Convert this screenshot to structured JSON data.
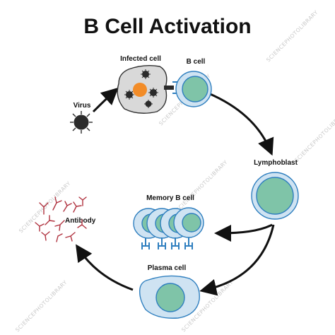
{
  "title": "B Cell Activation",
  "labels": {
    "virus": "Virus",
    "infected_cell": "Infected cell",
    "b_cell": "B cell",
    "lymphoblast": "Lymphoblast",
    "memory_b_cell": "Memory B cell",
    "plasma_cell": "Plasma cell",
    "antibody": "Antibody"
  },
  "watermark": "SCIENCEPHOTOLIBRARY",
  "colors": {
    "cell_fill": "#cfe3f2",
    "cell_outline": "#2f7fbf",
    "nucleus": "#7fc4a8",
    "infected_cell_fill": "#d9d9d9",
    "infected_nucleus": "#f28c28",
    "virus": "#2b2b2b",
    "antibody": "#b0323f",
    "arrow": "#111111"
  }
}
